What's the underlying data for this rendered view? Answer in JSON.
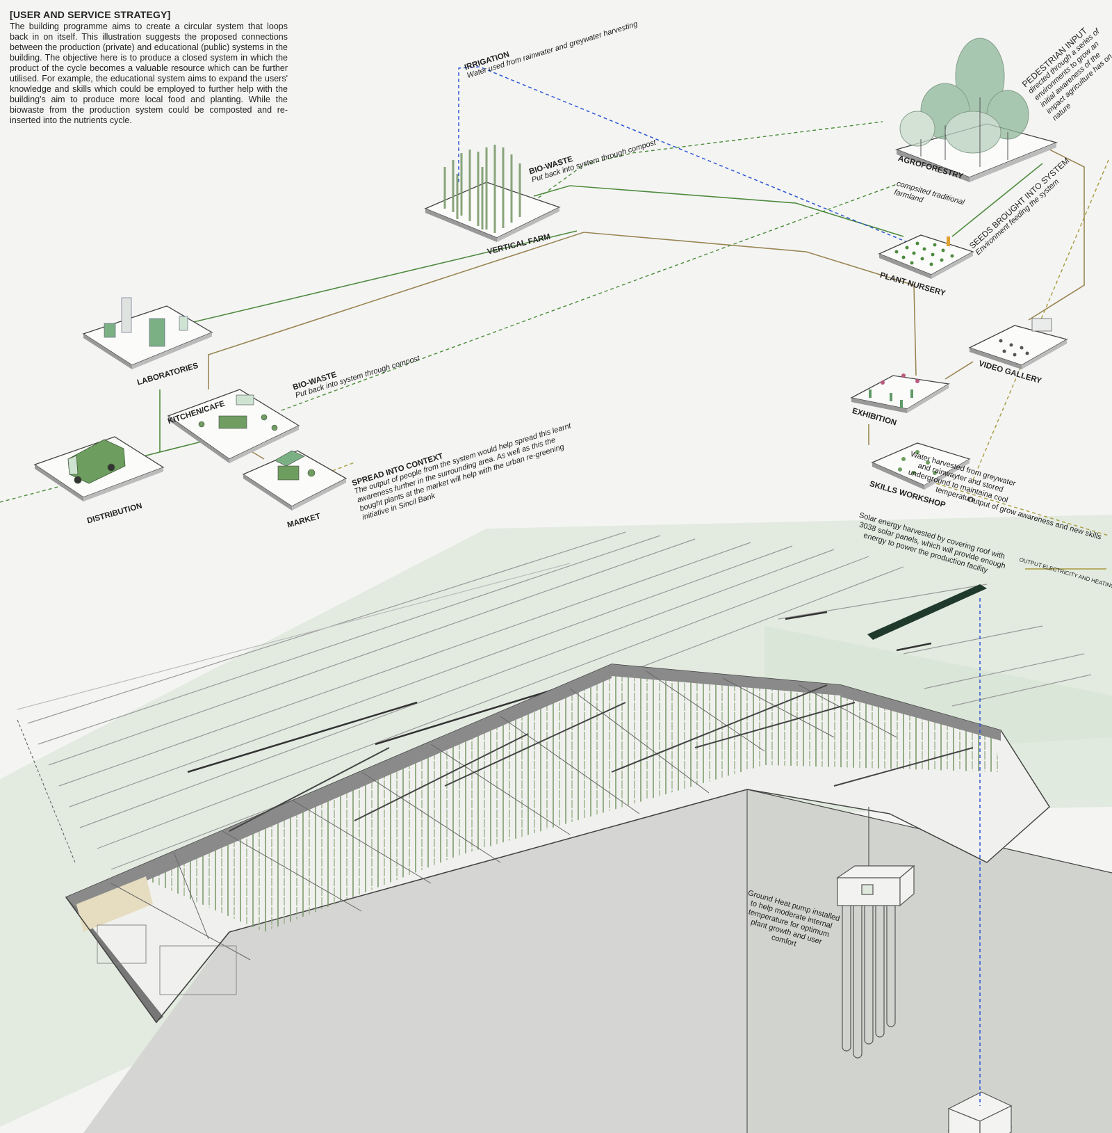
{
  "intro": {
    "title": "[USER AND SERVICE STRATEGY]",
    "body": "The building programme aims to create a circular system that loops back in on itself. This illustration suggests the proposed connections between the production (private) and educational (public) systems in the building. The objective here is to produce a closed system in which the product of the cycle becomes a valuable resource which can be further utilised. For example, the educational system aims to expand the users' knowledge and skills which could be employed to further help with the building's aim to produce more local food and planting. While the biowaste from the production system could be composted and re-inserted into the nutrients cycle."
  },
  "nodes": {
    "vertical_farm": "VERTICAL FARM",
    "agroforestry": "AGROFORESTRY",
    "plant_nursery": "PLANT NURSERY",
    "laboratories": "LABORATORIES",
    "kitchen_cafe": "KITCHEN/CAFE",
    "distribution": "DISTRIBUTION",
    "market": "MARKET",
    "exhibition": "EXHIBITION",
    "video_gallery": "VIDEO GALLERY",
    "skills_workshop": "SKILLS WORKSHOP"
  },
  "annotations": {
    "irrigation_title": "IRRIGATION",
    "irrigation_body": "Water used from rainwater and greywater harvesting",
    "biowaste1_title": "BIO-WASTE",
    "biowaste1_body": "Put back into system through compost",
    "biowaste2_title": "BIO-WASTE",
    "biowaste2_body": "Put back into system through compost",
    "agroforestry_body_1": "compsited traditional",
    "agroforestry_body_2": "farmland",
    "pedestrian_title": "PEDESTRIAN INPUT",
    "pedestrian_body_1": "directed through a series of",
    "pedestrian_body_2": "environments to grow an",
    "pedestrian_body_3": "initial awareness of the",
    "pedestrian_body_4": "impact agriculture has on",
    "pedestrian_body_5": "nature",
    "seeds_title": "SEEDS BROUGHT INTO SYSTEM",
    "seeds_body": "Environment feeding the system",
    "spread_title": "SPREAD INTO CONTEXT",
    "spread_body_1": "The output of people from the system would help spread this learnt",
    "spread_body_2": "awareness further in the surrounding area. As well as this the",
    "spread_body_3": "bought plants at the market will help with the urban re-greening",
    "spread_body_4": "initiative in Sincil Bank",
    "grow_output": "Output of grow awareness and new skills",
    "solar_1": "Solar energy harvested by covering roof with",
    "solar_2": "3038 solar panels, which will provide enough",
    "solar_3": "energy to power the production facility",
    "output_elec": "OUTPUT ELECTRICITY AND HEATING",
    "heat_1": "Ground Heat pump installed",
    "heat_2": "to help moderate internal",
    "heat_3": "temperature for optimum",
    "heat_4": "plant growth and user",
    "heat_5": "comfort",
    "water_1": "Water harvested from greywater",
    "water_2": "and rainwayter and stored",
    "water_3": "underground to maintaina cool",
    "water_4": "temperature"
  },
  "colors": {
    "background": "#f4f5f3",
    "green_solid": "#4f8a3f",
    "green_dashed": "#4c8b3a",
    "brown_solid": "#9b8554",
    "olive_dashed": "#a79a3c",
    "blue_dashed": "#2e55d6",
    "plant": "#7e9b6d",
    "tree_fill": "#8fb89a",
    "ground": "#d6d8d4",
    "shadow_green": "#dde6da",
    "panel_dark": "#1f3a2c"
  }
}
